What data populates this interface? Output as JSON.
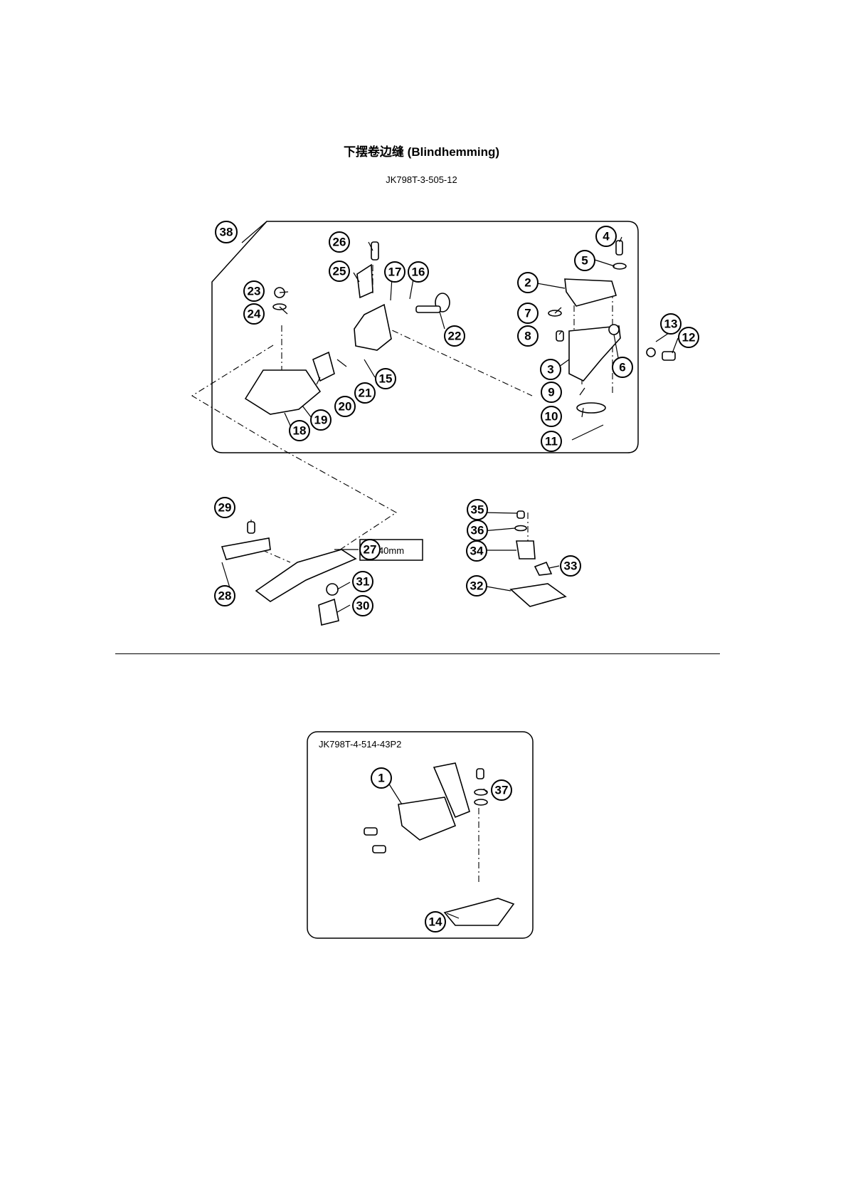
{
  "header": {
    "title": "下摆卷边缝 (Blindhemming)",
    "model_code": "JK798T-3-505-12"
  },
  "upper_assembly": {
    "callouts": [
      "1",
      "2",
      "3",
      "4",
      "5",
      "6",
      "7",
      "8",
      "9",
      "10",
      "11",
      "12",
      "13",
      "14",
      "15",
      "16",
      "17",
      "18",
      "19",
      "20",
      "21",
      "22",
      "23",
      "24",
      "25",
      "26",
      "27",
      "28",
      "29",
      "30",
      "31",
      "32",
      "33",
      "34",
      "35",
      "36",
      "37",
      "38"
    ],
    "part_27_size": "40mm"
  },
  "lower_assembly": {
    "model_code": "JK798T-4-514-43P2"
  }
}
